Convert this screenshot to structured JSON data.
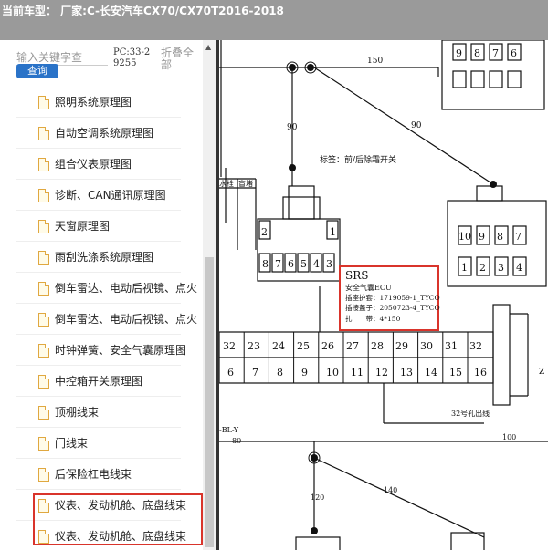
{
  "titlebar": {
    "text": "当前车型： 厂家:C-长安汽车CX70/CX70T2016-2018"
  },
  "sidebar": {
    "search_placeholder": "输入关键字查",
    "query_label": "查询",
    "pc_label": "PC:33-29255",
    "collapse_label": "折叠全部",
    "items": [
      {
        "label": "照明系统原理图"
      },
      {
        "label": "自动空调系统原理图"
      },
      {
        "label": "组合仪表原理图"
      },
      {
        "label": "诊断、CAN通讯原理图"
      },
      {
        "label": "天窗原理图"
      },
      {
        "label": "雨刮洗涤系统原理图"
      },
      {
        "label": "倒车雷达、电动后视镜、点火"
      },
      {
        "label": "倒车雷达、电动后视镜、点火"
      },
      {
        "label": "时钟弹簧、安全气囊原理图"
      },
      {
        "label": "中控箱开关原理图"
      },
      {
        "label": "顶棚线束"
      },
      {
        "label": "门线束"
      },
      {
        "label": "后保险杠电线束"
      },
      {
        "label": "仪表、发动机舱、底盘线束"
      },
      {
        "label": "仪表、发动机舱、底盘线束"
      }
    ]
  },
  "diagram": {
    "dim_150": "150",
    "dim_90a": "90",
    "dim_90b": "90",
    "label_note": "标签：前/后除霜开关",
    "table_header_a": "水栓",
    "table_header_b": "盲堵",
    "conn_left_top": [
      "2",
      "1"
    ],
    "conn_left_bottom": [
      "8",
      "7",
      "6",
      "5",
      "4",
      "3"
    ],
    "conn_right_top": [
      "9",
      "8",
      "7",
      "6"
    ],
    "conn_right_mid1": [
      "10",
      "9",
      "8",
      "7"
    ],
    "conn_right_mid2": [
      "1",
      "2",
      "3",
      "4"
    ],
    "srs_title": "SRS",
    "srs_line1": "安全气囊ECU",
    "srs_line2": "插座护套：1719059-1_TYCO",
    "srs_line3": "插接盖子：2050723-4_TYCO",
    "srs_line4": "扎　　带：4*150",
    "big_row_top": [
      "32",
      "23",
      "24",
      "25",
      "26",
      "27",
      "28",
      "29",
      "30",
      "31",
      "32"
    ],
    "big_row_bottom": [
      "6",
      "7",
      "8",
      "9",
      "10",
      "11",
      "12",
      "13",
      "14",
      "15",
      "16"
    ],
    "label_32": "32号孔出线",
    "label_bly": "-BL-Y",
    "dim_80": "80",
    "dim_100": "100",
    "dim_120": "120",
    "dim_140": "140",
    "side_text": "Z"
  }
}
